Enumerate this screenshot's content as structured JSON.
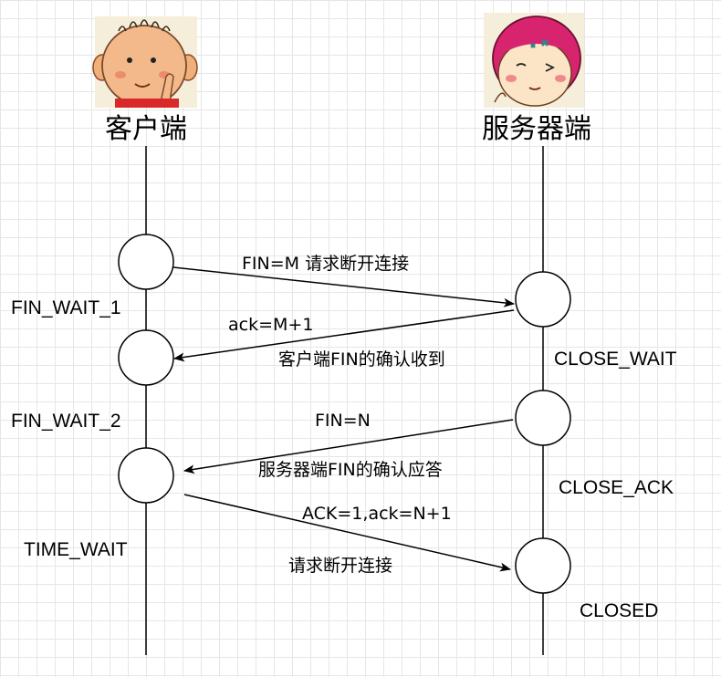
{
  "actors": {
    "client": {
      "label": "客户端"
    },
    "server": {
      "label": "服务器端"
    }
  },
  "messages": [
    {
      "line1": "FIN=M  请求断开连接",
      "line2": ""
    },
    {
      "line1": "ack=M+1",
      "line2": "客户端FIN的确认收到"
    },
    {
      "line1": "FIN=N",
      "line2": "服务器端FIN的确认应答"
    },
    {
      "line1": "ACK=1,ack=N+1",
      "line2": "请求断开连接"
    }
  ],
  "client_states": [
    "FIN_WAIT_1",
    "FIN_WAIT_2",
    "TIME_WAIT"
  ],
  "server_states": [
    "CLOSE_WAIT",
    "CLOSE_ACK",
    "CLOSED"
  ]
}
